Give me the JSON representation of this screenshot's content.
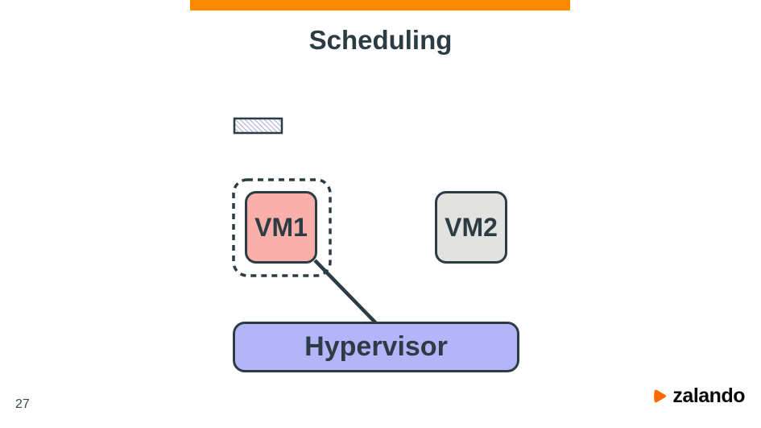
{
  "slide": {
    "title": "Scheduling",
    "accent_bar_color": "#FB8A00",
    "page_number": "27"
  },
  "legend": {
    "hatch_line_color": "#B4B4D9",
    "swatch_fill": "#FFFFFF"
  },
  "diagram": {
    "stroke_color": "#2C3C44",
    "nodes": {
      "vm1": {
        "label": "VM1",
        "fill": "#FBAFAA",
        "highlighted": true
      },
      "vm2": {
        "label": "VM2",
        "fill": "#E2E2E0",
        "highlighted": false
      },
      "hypervisor": {
        "label": "Hypervisor",
        "fill": "#B4B4F8"
      }
    },
    "edges": [
      {
        "from": "VM1",
        "to": "Hypervisor"
      }
    ]
  },
  "footer": {
    "logo_text": "zalando",
    "logo_color": "#FF6900"
  }
}
